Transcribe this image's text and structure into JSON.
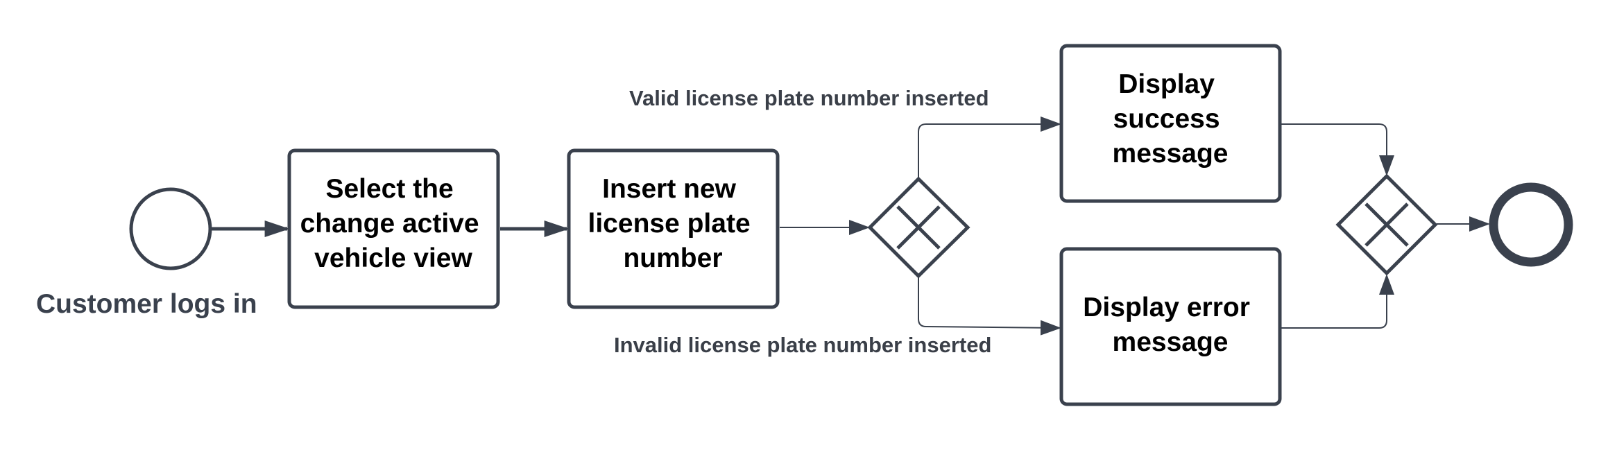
{
  "colors": {
    "stroke": "#3a414d",
    "task_text": "#000000",
    "flow_label_text": "#3a3f48",
    "background": "#ffffff"
  },
  "start_event": {
    "label": "Customer logs in"
  },
  "tasks": [
    {
      "id": "select-view",
      "lines": [
        "Select the",
        "change active",
        "vehicle view"
      ]
    },
    {
      "id": "insert-plate",
      "lines": [
        "Insert new",
        "license plate",
        "number"
      ]
    },
    {
      "id": "success",
      "lines": [
        "Display",
        "success",
        "message"
      ]
    },
    {
      "id": "error",
      "lines": [
        "Display error",
        "message"
      ]
    }
  ],
  "gateways": [
    {
      "id": "split",
      "type": "exclusive",
      "icon": "x-icon"
    },
    {
      "id": "merge",
      "type": "exclusive",
      "icon": "x-icon"
    }
  ],
  "flows": {
    "valid_label": "Valid license plate number inserted",
    "invalid_label": "Invalid license plate number inserted"
  },
  "end_event": {
    "label": ""
  }
}
